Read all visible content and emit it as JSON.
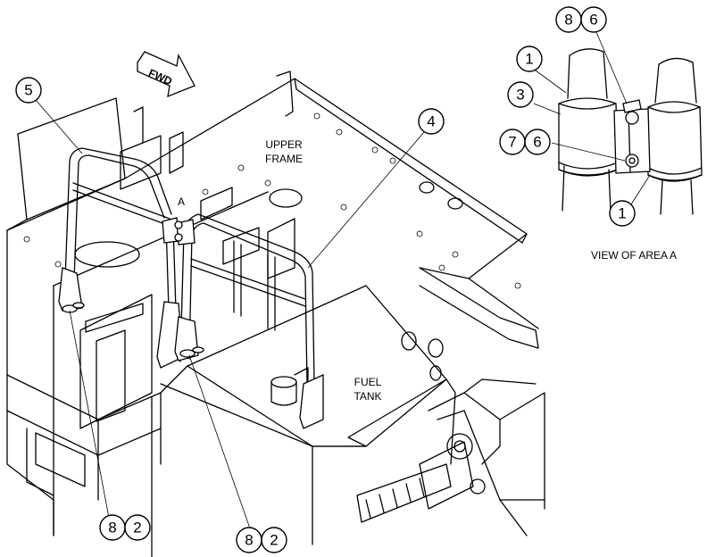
{
  "labels": {
    "upper_frame_1": "UPPER",
    "upper_frame_2": "FRAME",
    "fuel_tank_1": "FUEL",
    "fuel_tank_2": "TANK",
    "fwd": "FWD",
    "area_a": "A",
    "view_caption": "VIEW OF AREA  A"
  },
  "callouts": {
    "c5": "5",
    "c4": "4",
    "c8_left": "8",
    "c2_left": "2",
    "c8_mid": "8",
    "c2_mid": "2",
    "c8_top": "8",
    "c6_top": "6",
    "c1_top": "1",
    "c3": "3",
    "c7": "7",
    "c6_mid": "6",
    "c1_bottom": "1"
  }
}
